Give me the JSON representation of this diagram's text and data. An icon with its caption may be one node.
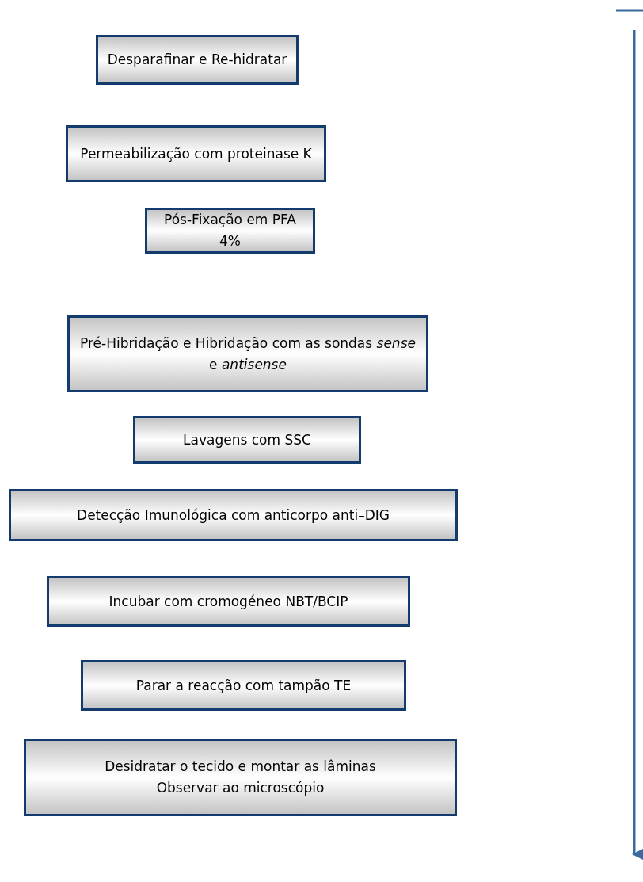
{
  "diagram": {
    "nodes": [
      {
        "text": [
          "Desparafinar e Re-hidratar"
        ]
      },
      {
        "text": [
          "Permeabilização com proteinase K"
        ]
      },
      {
        "text": [
          "Pós-Fixação em PFA 4%"
        ]
      },
      {
        "text": [
          "Pré-Hibridação e Hibridação com as sondas *sense* e *antisense*"
        ]
      },
      {
        "text": [
          "Lavagens com SSC"
        ]
      },
      {
        "text": [
          "Detecção Imunológica com anticorpo anti–DIG"
        ]
      },
      {
        "text": [
          "Incubar com cromogéneo NBT/BCIP"
        ]
      },
      {
        "text": [
          "Parar a reacção com tampão TE"
        ]
      },
      {
        "text": [
          "Desidratar o tecido e montar as lâminas",
          "Observar ao microscópio"
        ]
      }
    ]
  }
}
